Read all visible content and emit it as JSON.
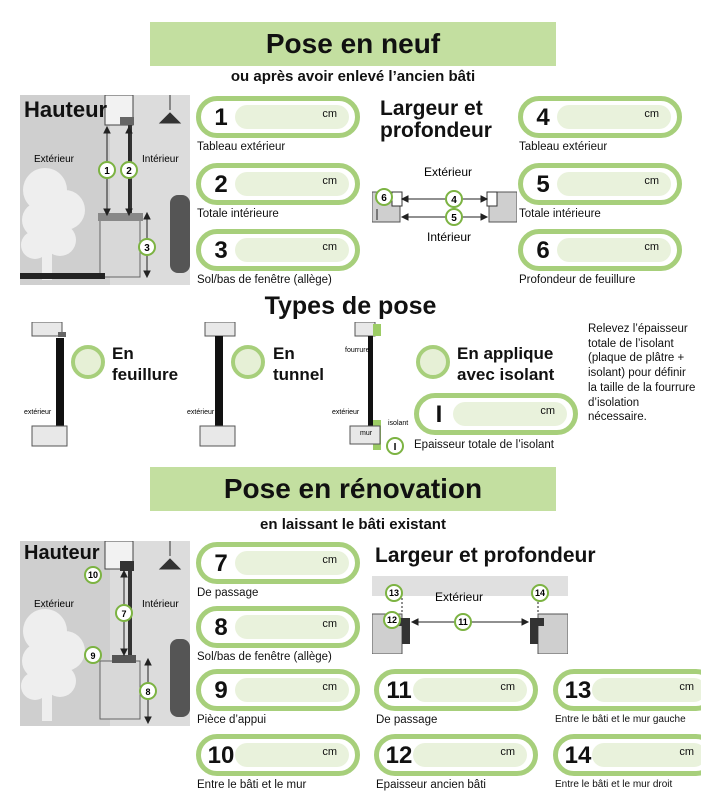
{
  "neuf": {
    "banner": "Pose en neuf",
    "subtitle": "ou après avoir enlevé l’ancien bâti",
    "hauteur": {
      "title": "Hauteur",
      "exterieur": "Extérieur",
      "interieur": "Intérieur",
      "markers": [
        "1",
        "2",
        "3"
      ]
    },
    "largeur": {
      "title": "Largeur et profondeur",
      "exterieur": "Extérieur",
      "interieur": "Intérieur",
      "markers": [
        "4",
        "5",
        "6"
      ]
    },
    "fields": [
      {
        "num": "1",
        "unit": "cm",
        "label": "Tableau extérieur"
      },
      {
        "num": "2",
        "unit": "cm",
        "label": "Totale intérieure"
      },
      {
        "num": "3",
        "unit": "cm",
        "label": "Sol/bas de fenêtre (allège)"
      },
      {
        "num": "4",
        "unit": "cm",
        "label": "Tableau extérieur"
      },
      {
        "num": "5",
        "unit": "cm",
        "label": "Totale intérieure"
      },
      {
        "num": "6",
        "unit": "cm",
        "label": "Profondeur de feuillure"
      }
    ]
  },
  "types": {
    "title": "Types de pose",
    "options": [
      {
        "label": "En feuillure"
      },
      {
        "label": "En tunnel"
      },
      {
        "label": "En applique avec isolant"
      }
    ],
    "diagram_labels": {
      "exterieur": "extérieur",
      "fourrure": "fourrure",
      "isolant": "isolant",
      "mur": "mur",
      "marker": "I"
    },
    "isolant_field": {
      "num": "I",
      "unit": "cm",
      "label": "Epaisseur totale de l’isolant"
    },
    "note": "Relevez l’épaisseur totale de l’isolant (plaque de plâtre + isolant) pour définir la taille de la fourrure d’isolation nécessaire."
  },
  "renovation": {
    "banner": "Pose en rénovation",
    "subtitle": "en laissant le bâti existant",
    "hauteur": {
      "title": "Hauteur",
      "exterieur": "Extérieur",
      "interieur": "Intérieur",
      "markers": [
        "10",
        "7",
        "9",
        "8"
      ]
    },
    "largeur": {
      "title": "Largeur et profondeur",
      "exterieur": "Extérieur",
      "markers": [
        "13",
        "14",
        "12",
        "11"
      ]
    },
    "fields": [
      {
        "num": "7",
        "unit": "cm",
        "label": "De passage"
      },
      {
        "num": "8",
        "unit": "cm",
        "label": "Sol/bas de fenêtre (allège)"
      },
      {
        "num": "9",
        "unit": "cm",
        "label": "Pièce d’appui"
      },
      {
        "num": "10",
        "unit": "cm",
        "label": "Entre le bâti et le mur"
      },
      {
        "num": "11",
        "unit": "cm",
        "label": "De passage"
      },
      {
        "num": "12",
        "unit": "cm",
        "label": "Epaisseur ancien bâti"
      },
      {
        "num": "13",
        "unit": "cm",
        "label": "Entre le bâti et le mur gauche"
      },
      {
        "num": "14",
        "unit": "cm",
        "label": "Entre le bâti et le mur droit"
      }
    ]
  }
}
